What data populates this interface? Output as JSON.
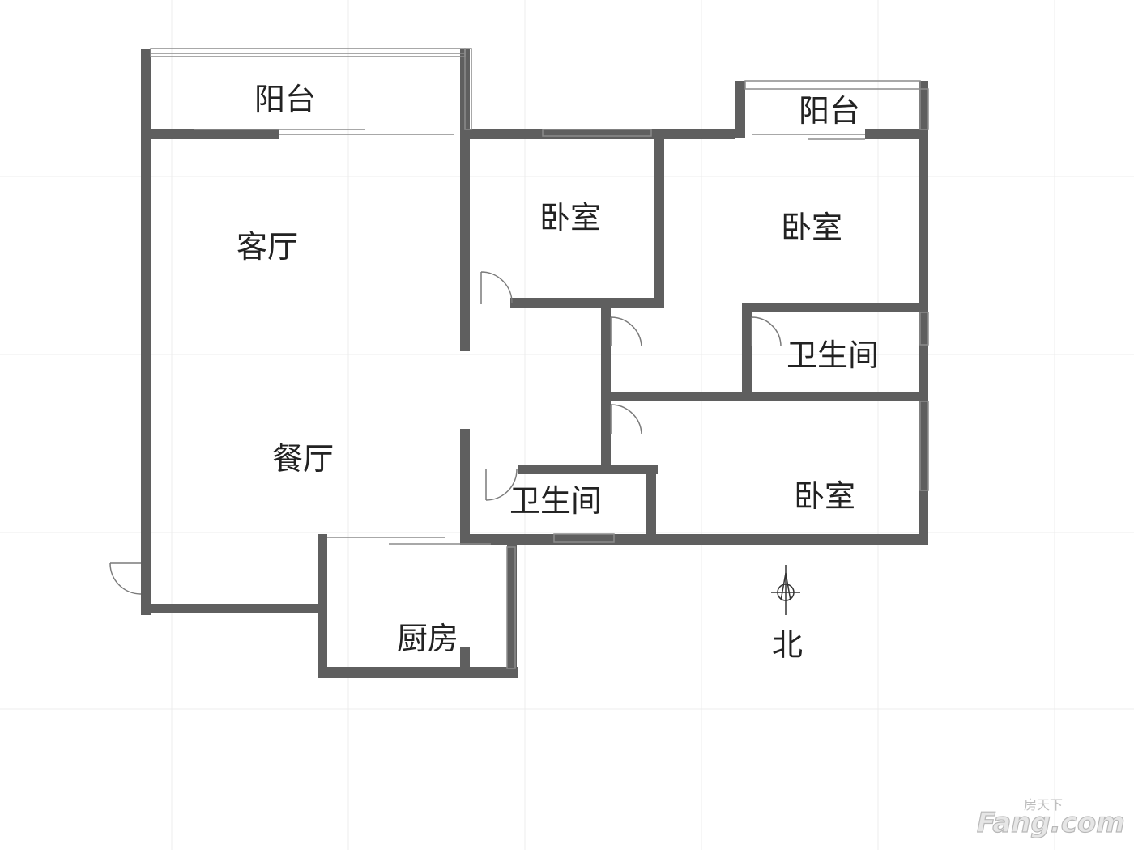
{
  "rooms": {
    "balcony_main": "阳台",
    "balcony_side": "阳台",
    "living_room": "客厅",
    "dining_room": "餐厅",
    "bedroom_a": "卧室",
    "bedroom_b": "卧室",
    "bedroom_c": "卧室",
    "bathroom_a": "卫生间",
    "bathroom_b": "卫生间",
    "kitchen": "厨房"
  },
  "compass": {
    "label": "北"
  },
  "watermark": {
    "brand": "房天下",
    "domain": "Fang.com"
  },
  "colors": {
    "wall": "#5f5f5f",
    "line": "#8c8c8c",
    "grid": "#ececec",
    "text": "#222222"
  }
}
